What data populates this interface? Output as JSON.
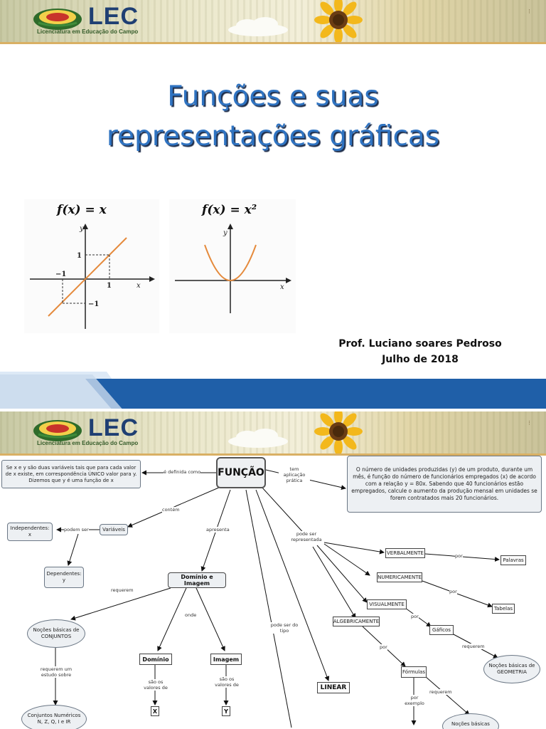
{
  "slide1": {
    "banner": {
      "logo_text": "LEC",
      "logo_subtitle": "Licenciatura em Educação do Campo"
    },
    "title_line1": "Funções e suas",
    "title_line2": "representações gráficas",
    "graph_linear": {
      "formula": "f(x) = x",
      "y_label": "y",
      "x_label": "x",
      "tick_x_pos": "1",
      "tick_x_neg": "−1",
      "tick_y_pos": "1",
      "tick_y_neg": "−1",
      "line_color": "#e58a3c"
    },
    "graph_quadratic": {
      "formula": "f(x) = x²",
      "y_label": "y",
      "x_label": "x",
      "curve_color": "#e58a3c"
    },
    "author": "Prof. Luciano soares Pedroso",
    "date": "Julho de 2018"
  },
  "slide2": {
    "banner": {
      "logo_text": "LEC",
      "logo_subtitle": "Licenciatura em Educação do Campo"
    },
    "concept_map": {
      "central": "FUNÇÃO",
      "definition": "Se x e y são duas variáveis tais que para cada valor de x existe, em correspondência ÚNICO valor para y. Dizemos que y é uma função de x",
      "application": "O número de unidades produzidas (y) de um produto, durante um mês, é função do número de funcionários empregados (x) de acordo com a relação y = 80x. Sabendo que 40 funcionários estão empregados, calcule o aumento da produção mensal em unidades se forem contratados mais 20 funcionários.",
      "independentes": "Independentes: x",
      "variaveis": "Variáveis",
      "dependentes": "Dependentes: y",
      "dominio_imagem": "Domínio e Imagem",
      "nocoes_conjuntos": "Noções básicas de CONJUNTOS",
      "conjuntos_numericos": "Conjuntos Numéricos N, Z, Q, I e IR",
      "dominio": "Domínio",
      "imagem": "Imagem",
      "x_box": "X",
      "y_box": "Y",
      "linear": "LINEAR",
      "verbalmente": "VERBALMENTE",
      "palavras": "Palavras",
      "numericamente": "NUMERICAMENTE",
      "tabelas": "Tabelas",
      "visualmente": "VISUALMENTE",
      "graficos": "Gáficos",
      "algebricamente": "ALGEBRICAMENTE",
      "formulas": "Fórmulas",
      "nocoes_geometria": "Noções básicas de GEOMETRIA",
      "nocoes_basicas_bottom": "Noções básicas",
      "labels": {
        "e_definida_como": "é definida como",
        "tem_aplicacao": "tem aplicação prática",
        "contem": "contém",
        "podem_ser": "podem ser",
        "apresenta": "apresenta",
        "requerem_1": "requerem",
        "onde": "onde",
        "pode_ser_representada": "pode ser representada",
        "pode_ser_do_tipo": "pode ser do tipo",
        "requerem_um_estudo": "requerem um estudo sobre",
        "sao_os_valores_de_1": "são os valores de",
        "sao_os_valores_de_2": "são os valores de",
        "por_1": "por",
        "por_2": "por",
        "por_3": "por",
        "por_4": "por",
        "requerem_2": "requerem",
        "por_exemplo": "por exemplo",
        "requerem_3": "requerem"
      }
    }
  }
}
